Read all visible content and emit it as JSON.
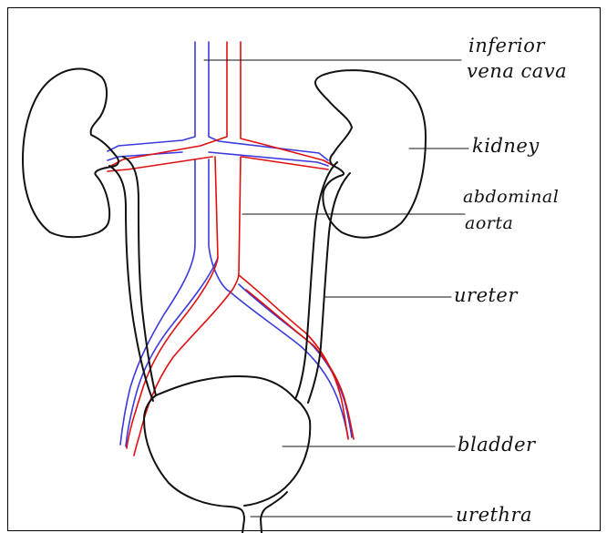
{
  "diagram": {
    "labels": {
      "inferior_vena_cava_line1": "inferior",
      "inferior_vena_cava_line2": "vena cava",
      "kidney": "kidney",
      "abdominal_aorta_line1": "abdominal",
      "abdominal_aorta_line2": "aorta",
      "ureter": "ureter",
      "bladder": "bladder",
      "urethra": "urethra"
    },
    "colors": {
      "vein": "#3a3adf",
      "artery": "#e01010",
      "outline": "#111111",
      "background": "#ffffff"
    }
  }
}
